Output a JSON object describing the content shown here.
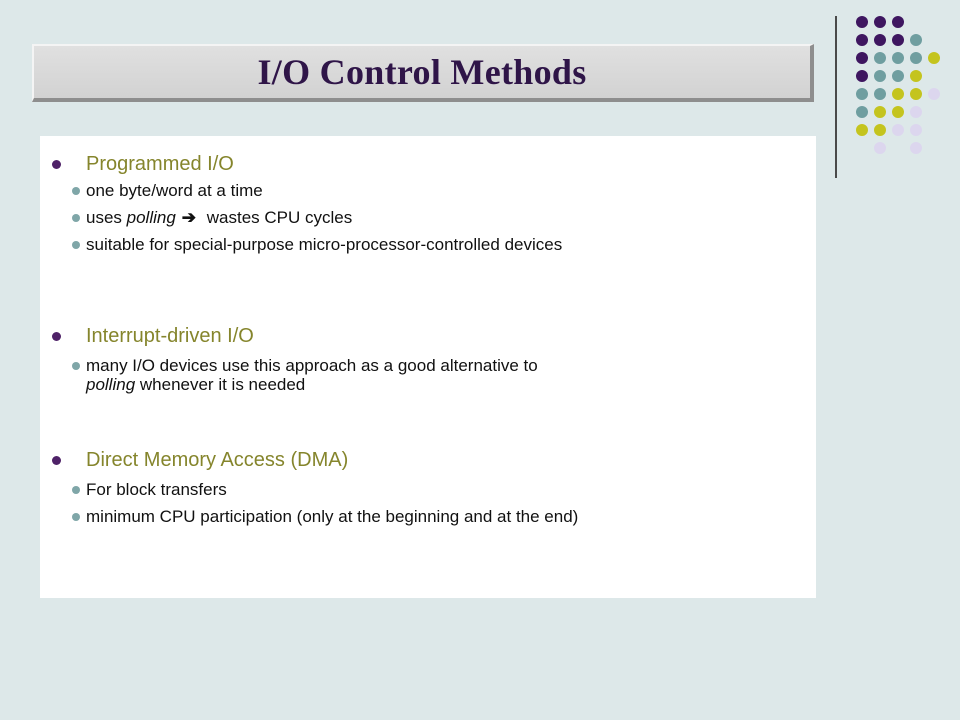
{
  "slide": {
    "title": "I/O Control Methods",
    "decoration": {
      "dot_colors": [
        "#3e1660",
        "#6f9ea0",
        "#c4c41e",
        "#dcd6ee"
      ]
    },
    "sections": [
      {
        "heading": "Programmed I/O",
        "items": [
          {
            "text": "one byte/word at a time"
          },
          {
            "prefix": "uses ",
            "emphasis": "polling",
            "arrow": "➔",
            "suffix": " wastes CPU cycles"
          },
          {
            "text": "suitable for special-purpose micro-processor-controlled devices"
          }
        ]
      },
      {
        "heading": "Interrupt-driven I/O",
        "items": [
          {
            "line1": "many I/O devices use this approach as a good alternative to",
            "emphasis": "polling",
            "suffix": " whenever it is needed"
          }
        ]
      },
      {
        "heading": "Direct Memory Access (DMA)",
        "items": [
          {
            "text": "For block transfers"
          },
          {
            "text": "minimum CPU participation (only at the beginning and at the end)"
          }
        ]
      }
    ]
  }
}
